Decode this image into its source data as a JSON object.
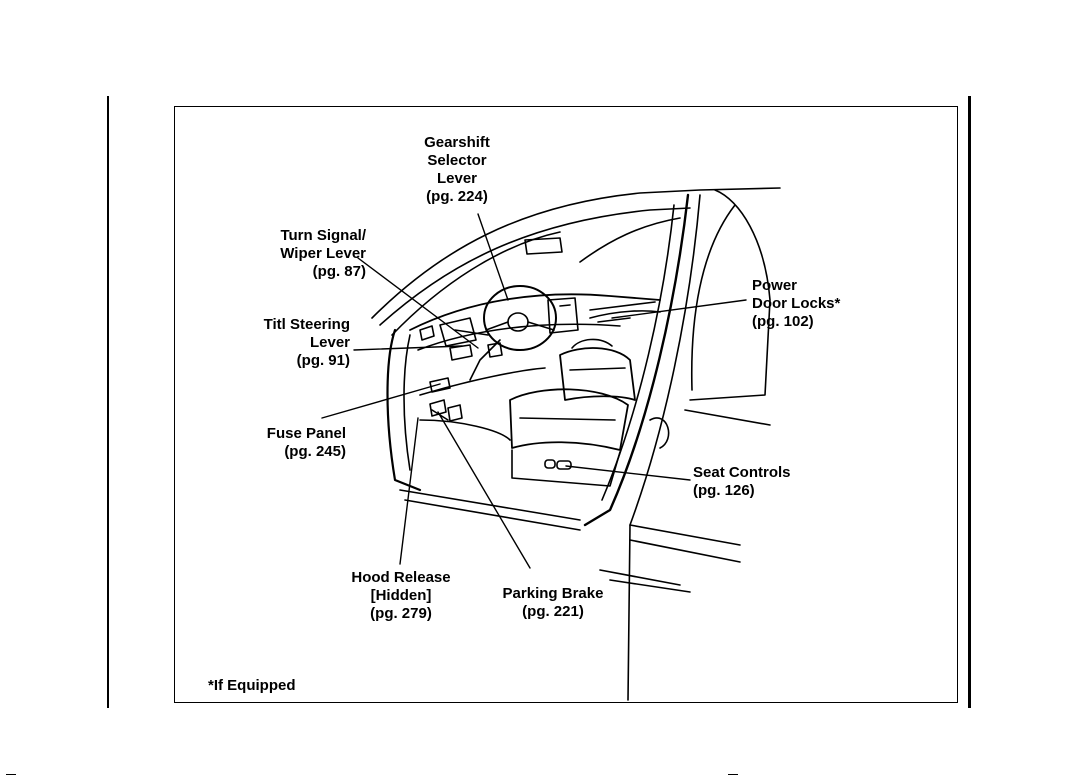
{
  "callouts": {
    "gearshift": {
      "lines": [
        "Gearshift",
        "Selector",
        "Lever",
        "(pg. 224)"
      ]
    },
    "turn_signal": {
      "lines": [
        "Turn Signal/",
        "Wiper Lever",
        "(pg. 87)"
      ]
    },
    "tilt_steering": {
      "lines": [
        "Titl Steering",
        "Lever",
        "(pg. 91)"
      ]
    },
    "fuse_panel": {
      "lines": [
        "Fuse Panel",
        "(pg. 245)"
      ]
    },
    "hood_release": {
      "lines": [
        "Hood Release",
        "[Hidden]",
        "(pg. 279)"
      ]
    },
    "parking_brake": {
      "lines": [
        "Parking Brake",
        "(pg. 221)"
      ]
    },
    "power_door_locks": {
      "lines": [
        "Power",
        "Door Locks*",
        "(pg. 102)"
      ]
    },
    "seat_controls": {
      "lines": [
        "Seat Controls",
        "(pg. 126)"
      ]
    }
  },
  "footnote": "*If Equipped"
}
